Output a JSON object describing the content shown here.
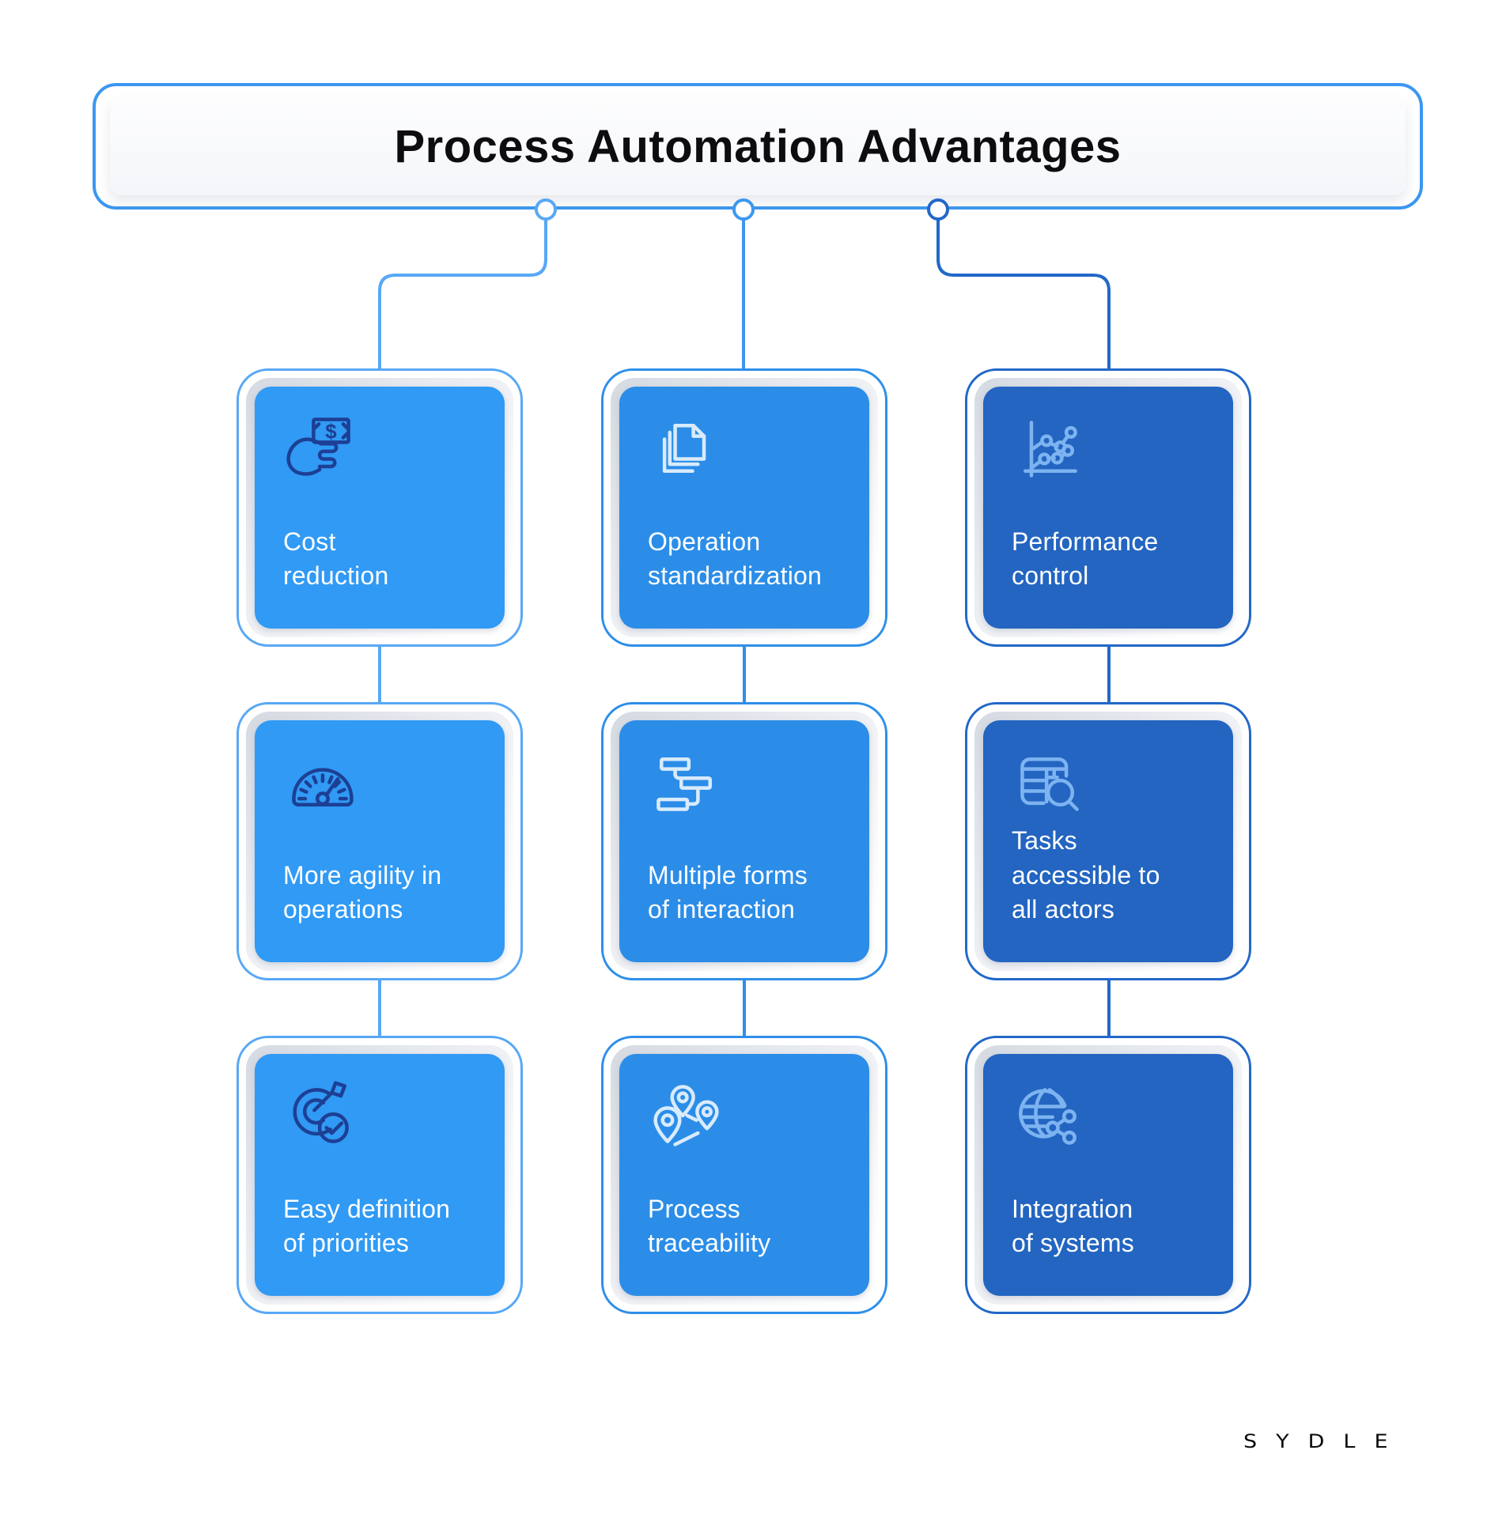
{
  "title": {
    "text": "Process Automation Advantages"
  },
  "brand": {
    "logo": "SYDLE"
  },
  "colors": {
    "title_border": "#3b97f0",
    "connector_mid": "#3e97ef",
    "col1_accent": "#58a8f5",
    "col1_card": "#309af5",
    "col1_icon": "#1d3f94",
    "col2_accent": "#2e8fe9",
    "col2_card": "#2b8de8",
    "col2_icon": "#d9ebfc",
    "col3_accent": "#2268c8",
    "col3_card": "#2365c1",
    "col3_icon": "#7db3f0"
  },
  "columns": [
    {
      "cards": [
        {
          "icon": "cash-hand",
          "label": "Cost\nreduction"
        },
        {
          "icon": "speedometer",
          "label": "More agility in\noperations"
        },
        {
          "icon": "target-check",
          "label": "Easy definition\nof priorities"
        }
      ]
    },
    {
      "cards": [
        {
          "icon": "document-stack",
          "label": "Operation\nstandardization"
        },
        {
          "icon": "flow-blocks",
          "label": "Multiple forms\nof interaction"
        },
        {
          "icon": "map-pins",
          "label": "Process\ntraceability"
        }
      ]
    },
    {
      "cards": [
        {
          "icon": "line-chart",
          "label": "Performance\ncontrol"
        },
        {
          "icon": "table-magnifier",
          "label": "Tasks\naccessible to\nall actors"
        },
        {
          "icon": "globe-network",
          "label": "Integration\nof systems"
        }
      ]
    }
  ]
}
